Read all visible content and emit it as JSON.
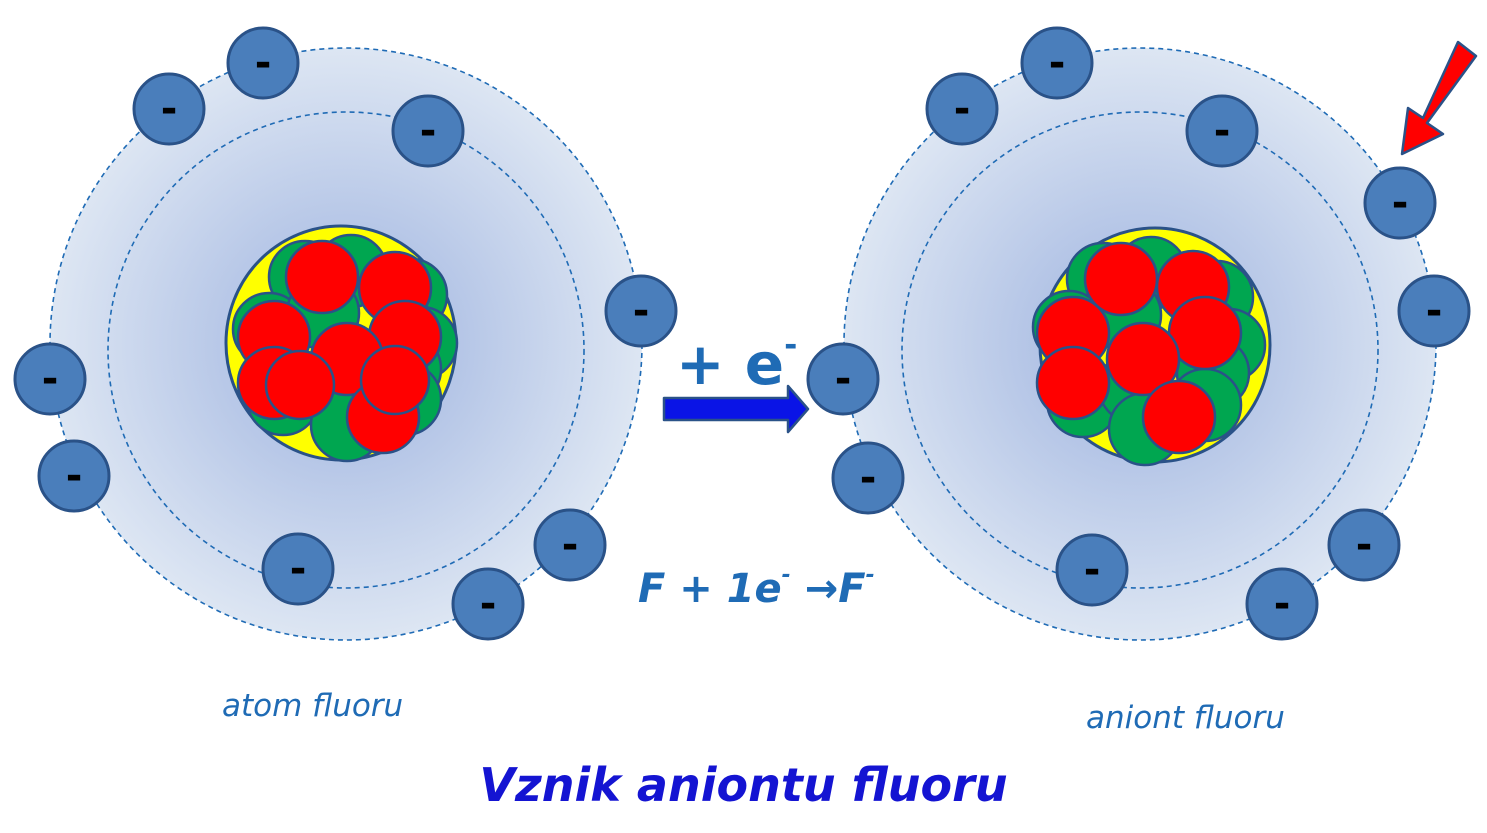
{
  "title": "Vznik aniontu fluoru",
  "atom": {
    "label": "atom fluoru",
    "electron_symbol": "-",
    "proton_symbol": "+",
    "electron_count": 9,
    "visible_proton_count": 9
  },
  "anion": {
    "label": "aniont fluoru",
    "electron_symbol": "-",
    "proton_symbol": "+",
    "electron_count": 10,
    "visible_proton_count": 7
  },
  "reaction_arrow": {
    "text": "+ e",
    "superscript": "-"
  },
  "equation": {
    "reactant": "F + 1e",
    "reactant_sup": "-",
    "arrow": "→",
    "product": "F",
    "product_sup": "-"
  },
  "colors": {
    "electron": "#4a7ebb",
    "electron_stroke": "#2a5288",
    "proton": "#ff0000",
    "neutron": "#00a650",
    "nucleus_background": "#ffff00",
    "shell_line": "#1f6bb5",
    "label_text": "#1f6bb5",
    "title_text": "#1414d2",
    "transfer_arrow": "#0a14e6",
    "pointer_arrow": "#ff0000"
  },
  "icons": {
    "transfer_arrow": "right-arrow-icon",
    "pointer_arrow": "down-left-arrow-icon"
  }
}
